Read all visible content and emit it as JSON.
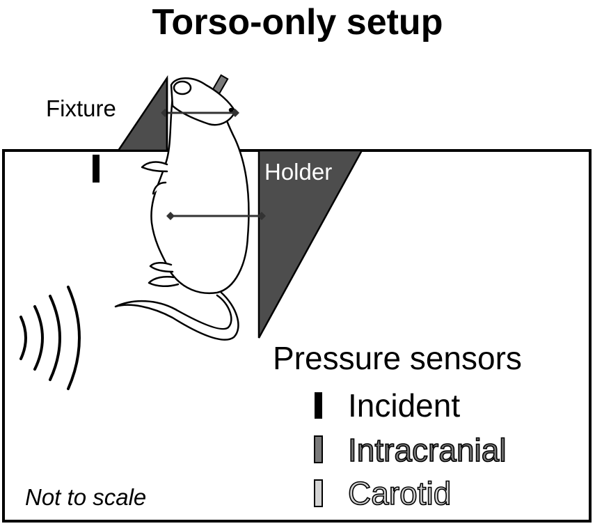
{
  "title": "Torso-only setup",
  "labels": {
    "fixture": "Fixture",
    "holder": "Holder",
    "not_to_scale": "Not to scale"
  },
  "legend": {
    "heading": "Pressure sensors",
    "items": [
      {
        "label": "Incident",
        "color": "#000000"
      },
      {
        "label": "Intracranial",
        "color": "#7a7a7a"
      },
      {
        "label": "Carotid",
        "color": "#d4d4d4"
      }
    ]
  },
  "colors": {
    "wedge_fill": "#4d4d4d",
    "outline": "#000000",
    "background": "#ffffff"
  },
  "icons": [
    "blast-wave-icon",
    "rat-icon"
  ]
}
